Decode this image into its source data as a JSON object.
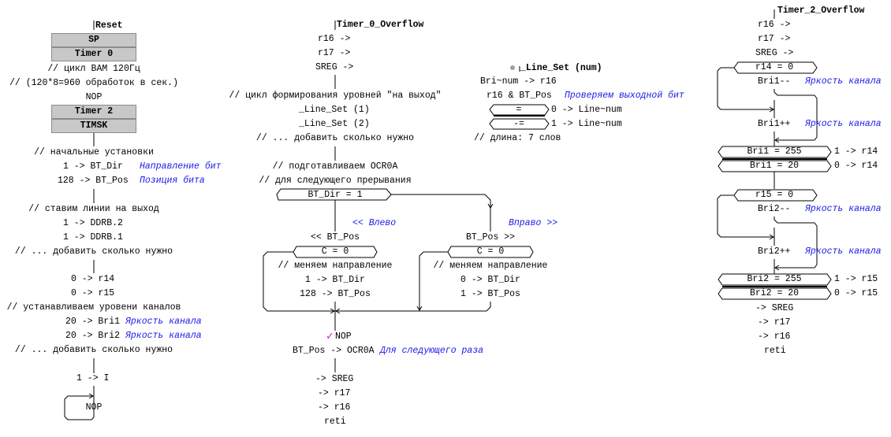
{
  "reset": {
    "entry": "Reset",
    "blocks": [
      "SP",
      "Timer 0",
      "Timer 2",
      "TIMSK"
    ],
    "lines": [
      {
        "text": "// цикл BAM 120Гц"
      },
      {
        "text": "// (120*8=960 обработок в сек.)"
      },
      {
        "text": "NOP"
      },
      {
        "text": "// начальные установки"
      },
      {
        "text": "1 -> BT_Dir",
        "comment": "Направление бит"
      },
      {
        "text": "128 -> BT_Pos",
        "comment": "Позиция бита"
      },
      {
        "text": "// ставим линии на выход"
      },
      {
        "text": "1 -> DDRB.2"
      },
      {
        "text": "1 -> DDRB.1"
      },
      {
        "text": "// ... добавить сколько нужно"
      },
      {
        "text": "0 -> r14"
      },
      {
        "text": "0 -> r15"
      },
      {
        "text": "// устанавливаем уровени каналов"
      },
      {
        "text": "20 -> Bri1",
        "comment": "Яркость канала"
      },
      {
        "text": "20 -> Bri2",
        "comment": "Яркость канала"
      },
      {
        "text": "// ... добавить сколько нужно"
      },
      {
        "text": "1 -> I"
      },
      {
        "text": "NOP"
      }
    ]
  },
  "timer0": {
    "entry": "Timer_0_Overflow",
    "push": [
      "r16 ->",
      "r17 ->",
      "SREG ->"
    ],
    "loop_comment": "// цикл формирования уровней \"на выход\"",
    "calls": [
      "_Line_Set (1)",
      "_Line_Set (2)"
    ],
    "add_more": "// ... добавить сколько нужно",
    "prep1": "// подготавливаем OCR0A",
    "prep2": "// для следующего прерывания",
    "condition": "BT_Dir = 1",
    "left_label": "<< Влево",
    "right_label": "Вправо >>",
    "left_op": "<< BT_Pos",
    "right_op": "BT_Pos >>",
    "carry_left": "C = 0",
    "carry_right": "C = 0",
    "change_dir": "// меняем направление",
    "left_set": [
      "1 -> BT_Dir",
      "128 -> BT_Pos"
    ],
    "right_set": [
      "0 -> BT_Dir",
      "1 -> BT_Pos"
    ],
    "nop": "NOP",
    "ocr": "BT_Pos -> OCR0A",
    "ocr_comment": "Для следующего раза",
    "pop": [
      "-> SREG",
      "-> r17",
      "-> r16"
    ],
    "reti": "reti"
  },
  "lineset": {
    "entry": "_Line_Set (num)",
    "load": "Bri~num -> r16",
    "test": "r16 & BT_Pos",
    "test_comment": "Проверяем выходной бит",
    "cases": [
      {
        "cond": "=",
        "action": "0 -> Line~num"
      },
      {
        "cond": "-=",
        "action": "1 -> Line~num"
      }
    ],
    "length": "// длина: 7 слов"
  },
  "timer2": {
    "entry": "Timer_2_Overflow",
    "push": [
      "r16 ->",
      "r17 ->",
      "SREG ->"
    ],
    "ch1": {
      "cond": "r14 = 0",
      "dec": "Bri1--",
      "inc": "Bri1++",
      "comment": "Яркость канала",
      "cases": [
        {
          "cond": "Bri1 = 255",
          "action": "1 -> r14"
        },
        {
          "cond": "Bri1 = 20",
          "action": "0 -> r14"
        }
      ]
    },
    "ch2": {
      "cond": "r15 = 0",
      "dec": "Bri2--",
      "inc": "Bri2++",
      "comment": "Яркость канала",
      "cases": [
        {
          "cond": "Bri2 = 255",
          "action": "1 -> r15"
        },
        {
          "cond": "Bri2 = 20",
          "action": "0 -> r15"
        }
      ]
    },
    "pop": [
      "-> SREG",
      "-> r17",
      "-> r16"
    ],
    "reti": "reti"
  },
  "colors": {
    "comment": "#1a1ae6",
    "block": "#c8c8c8",
    "check": "#e000e0"
  }
}
